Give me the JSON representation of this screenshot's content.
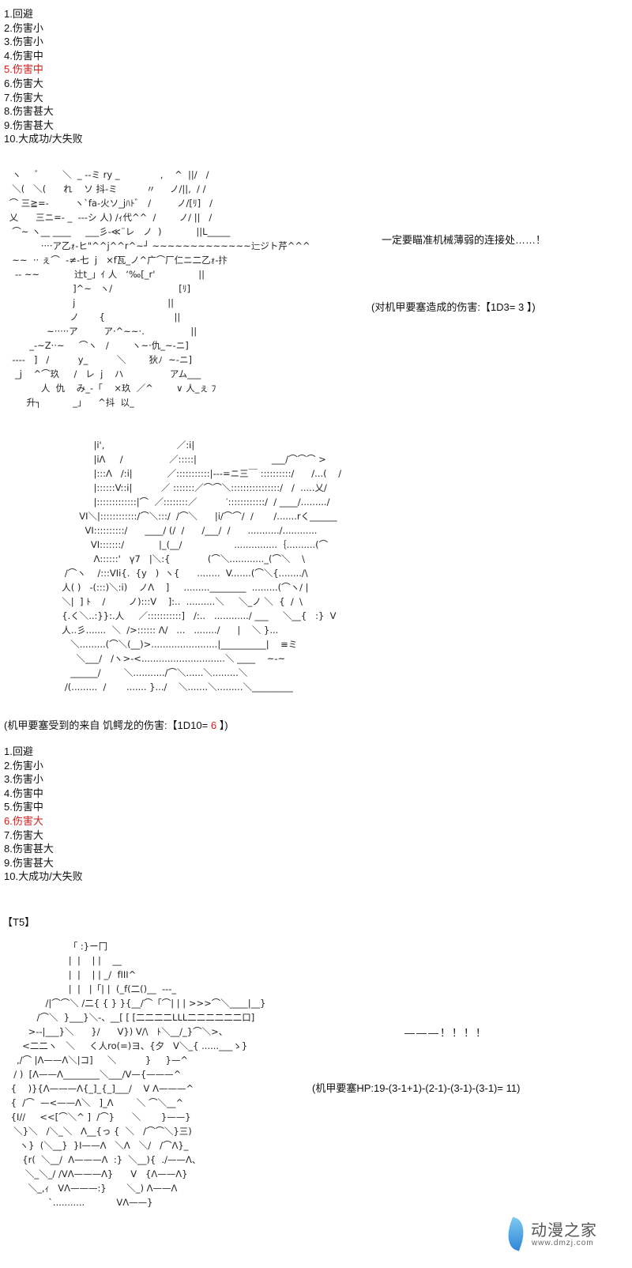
{
  "list1": {
    "items": [
      "1.回避",
      "2.伤害小",
      "3.伤害小",
      "4.伤害中",
      "5.伤害中",
      "6.伤害大",
      "7.伤害大",
      "8.伤害甚大",
      "9.伤害甚大",
      "10.大成功/大失败"
    ],
    "highlight_index": 4
  },
  "dialog1": "一定要瞄准机械薄弱的连接处……！",
  "roll1": {
    "prefix": "(对机甲要塞造成的伤害:【1D3= ",
    "value": "3",
    "suffix": " 】)"
  },
  "roll2": {
    "prefix": "(机甲要塞受到的来自 饥鳄龙的伤害:【1D10= ",
    "value": "6",
    "suffix": " 】)"
  },
  "list2": {
    "items": [
      "1.回避",
      "2.伤害小",
      "3.伤害小",
      "4.伤害中",
      "5.伤害中",
      "6.伤害大",
      "7.伤害大",
      "8.伤害甚大",
      "9.伤害甚大",
      "10.大成功/大失败"
    ],
    "highlight_index": 5
  },
  "turn_label": "【T5】",
  "shout": "———！！！！",
  "hp_line": "(机甲要塞HP:19-(3-1+1)-(2-1)-(3-1)-(3-1)= 11)",
  "highlight_color": "#d42020",
  "aa": {
    "block1": "  ヽ     ﾞ        ＼  _ --ミ ry _              ,    ^  ||/   /\n  ＼(   ＼(      れ    ソ 抖-ミ          〃     ノ/||,  / /\n ⌒ 三≧=-         ヽ`fa-火ソ_jﾊﾄﾞ   /         ノ/[ﾘ]   /\n 乂      三ニ=- _  ---シ 人) /ｨ代^^  /        ノ/ ||   /\n  ⌒~ ヽ__ ____     ___彡-≪¨レ   ノ  )            ||L_____\n            ····ア乙ｫ-ヒ\"^^j^^r^~┘ ~~~~~~~~~~~~~辷ジト芹^^^\n  ~~  ·· ぇ⌒  -≠-七  j   ×f瓦_ノ^广⌒厂仁ニ二乙ｫ-抃\n   -- ~~            辻t_」ｲ 人   ‘‰[_r'               ||\n                       ]^~   ヽ/                       [ﾘ]\n                       j                                ||\n                      ノ       {                        ||\n              ~·····ア         ア·^~~·.                ||\n        _-~Z··~     ⌒ヽ   /        ヽ~·仇_~-ニ]\n  ----   ]   /          y_          ＼        狄ﾉ  ~-ニ]\n   _j    ^⌒玖     /   レ  j    ハ                アム___\n            人  仇    み_-「    ×玖  ／^        ∨ 人_ぇ ﾌ\n       升┐           _」    ^抖  以_                 ",
    "block2": "                |i',                         ／:i|\n                |iΛ     /                ／:::::|                          ___/⌒⌒⌒ >\n                |:::Λ   /:i|            ／:::::::::::|---=ニ三￣ ::::::::::/      /...(    /\n                |::::::V::i|          ／ :::::::／⌒⌒＼::::::::::::::::/   /  .....乂/\n                |:::::::::::::|⌒  ／::::::::／          ′::::::::::::/  / ____/........./\n           VI＼|::::::::::::/⌒＼:::/  /⌒＼      |i/⌒⌒/  /       /.......rく______\n             VI::::::::::/      ____/ (/  /      /___/  /      .........../............\n               VI:::::::/            |_(__/                  ...............｛..........(⌒\n                Λ::::::'   γ7   |＼:{             (⌒＼............_(⌒＼    \\\n      /⌒ヽ    /:::VIi{.  {y   )  ヽ{      ........  V.......(⌒＼{......../\\\n     人( )   -(:::)＼:i)    ノΛ    ]     .........________  .........(⌒ヽ/ |\n     ＼|  ] ﾄ    /        ノ):::V    ]:..  ..........＼     ＼_ノ ＼  {  /  \\\n     {.く＼..:}}:.人     ／:::::::::::]   /:..   ............/ ___     ＼__{   :}  V\n     人..彡.......  ＼  />:::::: Λ/   ...   ......../      |    ＼ }...\n        ＼.........(⌒＼(__)>.......................|__________|    ≡ミ\n          ＼___/   /ヽ>-<.............................＼ ____    ~-~\n        ______/        ＼.........../⌒＼......＼.........＼\n      /(.........  /       ....... }.../    ＼.......＼.........＼_________",
    "block3": "                     「 :}ー冂\n                     |  |    | |    __\n                     |  |    | | _/  fIII^\n                     |  |   |「| |  (_f(二()__  ---_\n             /|⌒⌒＼ /二{ { } }{__/⌒「⌒| | | >>>⌒＼____|__}\n          /⌒＼  }___}＼-、__[ [ [二二二二LLL二二二二二二口]\n       >--|___}＼      }/      V}) V/\\   ﾄ＼__/_}⌒＼>、\n     <二二ヽ   ＼     く人ro(=)ヨ、{夕   V＼_{ ......___ゝ}\n   ,/⌒ |Λ——Λ＼|コ]     ＼          }     }—^\n  / )  [Λ——Λ________＼___/V—{———^\n {    )}{Λ———Λ{_]_{_]___/    V Λ———^\n {  /⌒  —<——Λ＼   ]_Λ        ＼ ⌒＼__^\n {I//     <<[⌒＼^ ]  /⌒}      ＼       }——}\n  ＼}＼   /＼_＼   Λ__{っ {  ＼   /⌒⌒＼}三)\n    ヽ}  (＼__}  }I——Λ   ＼Λ   ＼/   /⌒Λ}_\n     {r(  ＼__/  Λ———Λ  :}  ＼__){  ./——Λ、\n      ＼_＼_/ /VΛ———Λ}      V   {Λ——Λ}\n       ＼_,ｨ   VΛ———:}       ＼_) Λ——Λ\n              `...........           VΛ——}"
  },
  "logo": {
    "name": "动漫之家",
    "url": "www.dmzj.com"
  }
}
